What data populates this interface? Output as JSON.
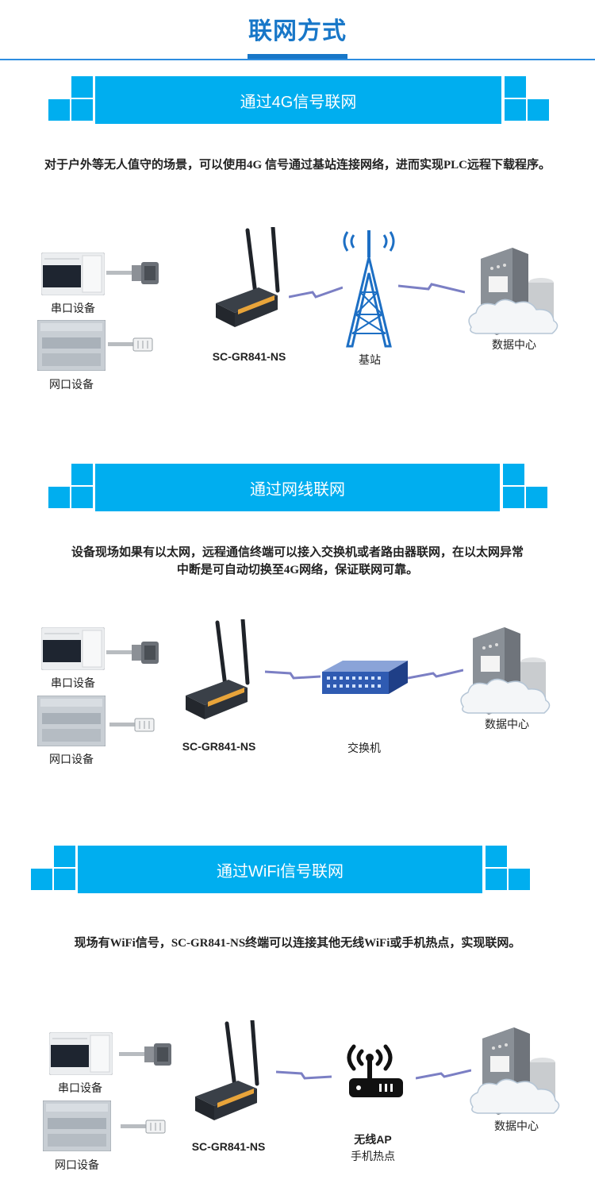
{
  "page_title": "联网方式",
  "sections": [
    {
      "banner": "通过4G信号联网",
      "description": "对于户外等无人值守的场景，可以使用4G 信号通过基站连接网络，进而实现PLC远程下载程序。",
      "serial_label": "串口设备",
      "network_label": "网口设备",
      "router_label": "SC-GR841-NS",
      "middle_label": "基站",
      "datacenter_label": "数据中心"
    },
    {
      "banner": "通过网线联网",
      "description": "设备现场如果有以太网，远程通信终端可以接入交换机或者路由器联网，在以太网异常中断是可自动切换至4G网络，保证联网可靠。",
      "serial_label": "串口设备",
      "network_label": "网口设备",
      "router_label": "SC-GR841-NS",
      "middle_label": "交换机",
      "datacenter_label": "数据中心"
    },
    {
      "banner": "通过WiFi信号联网",
      "description": "现场有WiFi信号，SC-GR841-NS终端可以连接其他无线WiFi或手机热点，实现联网。",
      "serial_label": "串口设备",
      "network_label": "网口设备",
      "router_label": "SC-GR841-NS",
      "middle_label_line1": "无线AP",
      "middle_label_line2": "手机热点",
      "datacenter_label": "数据中心"
    }
  ],
  "colors": {
    "title": "#1877c8",
    "banner": "#00aeef",
    "lightning": "#7b7fc4"
  },
  "icons": [
    "plc-serial-icon",
    "db9-connector-icon",
    "plc-network-icon",
    "rj45-connector-icon",
    "router-icon",
    "signal-lightning-icon",
    "tower-icon",
    "switch-icon",
    "wifi-ap-icon",
    "server-cloud-icon"
  ]
}
